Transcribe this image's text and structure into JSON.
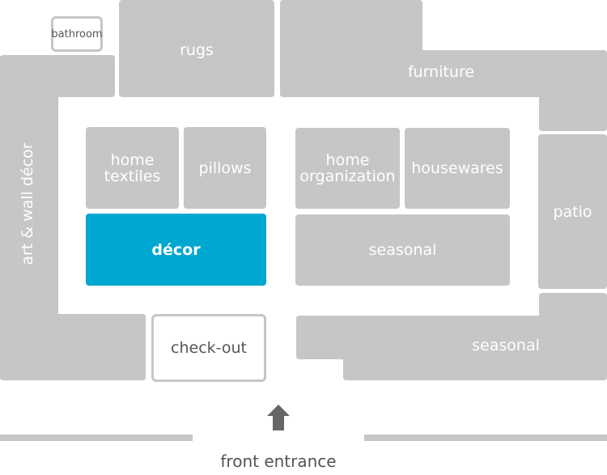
{
  "map": {
    "departments": {
      "bathroom": "bathroom",
      "rugs": "rugs",
      "furniture": "furniture",
      "art_wall_decor": "art & wall décor",
      "home_textiles": "home\ntextiles",
      "pillows": "pillows",
      "home_organization": "home\norganization",
      "housewares": "housewares",
      "decor": "décor",
      "seasonal_center": "seasonal",
      "patio": "patio",
      "seasonal_front": "seasonal",
      "checkout": "check-out"
    },
    "entrance_label": "front entrance",
    "highlighted_department": "décor",
    "colors": {
      "block": "#c5c6c8",
      "highlight": "#00a7d1",
      "label_on_block": "#ffffff",
      "entrance_text": "#555555",
      "arrow": "#666666"
    }
  }
}
